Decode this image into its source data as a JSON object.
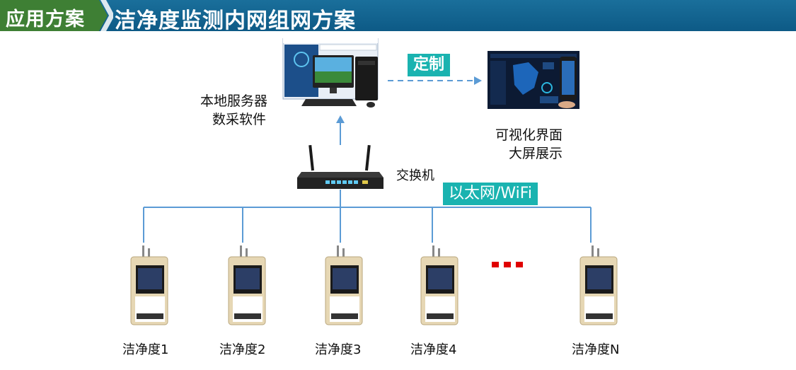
{
  "header": {
    "tag": "应用方案",
    "title": "洁净度监测内网组网方案"
  },
  "nodes": {
    "server_line1": "本地服务器",
    "server_line2": "数采软件",
    "custom_badge": "定制",
    "display_line1": "可视化界面",
    "display_line2": "大屏展示",
    "switch_label": "交换机",
    "network_badge": "以太网/WiFi"
  },
  "devices": [
    {
      "label": "洁净度1"
    },
    {
      "label": "洁净度2"
    },
    {
      "label": "洁净度3"
    },
    {
      "label": "洁净度4"
    },
    {
      "label": "洁净度N"
    }
  ],
  "colors": {
    "banner": "#0d5a86",
    "accent": "#1ab3b0",
    "line": "#5b9bd5",
    "ellipsis": "#e00000"
  }
}
